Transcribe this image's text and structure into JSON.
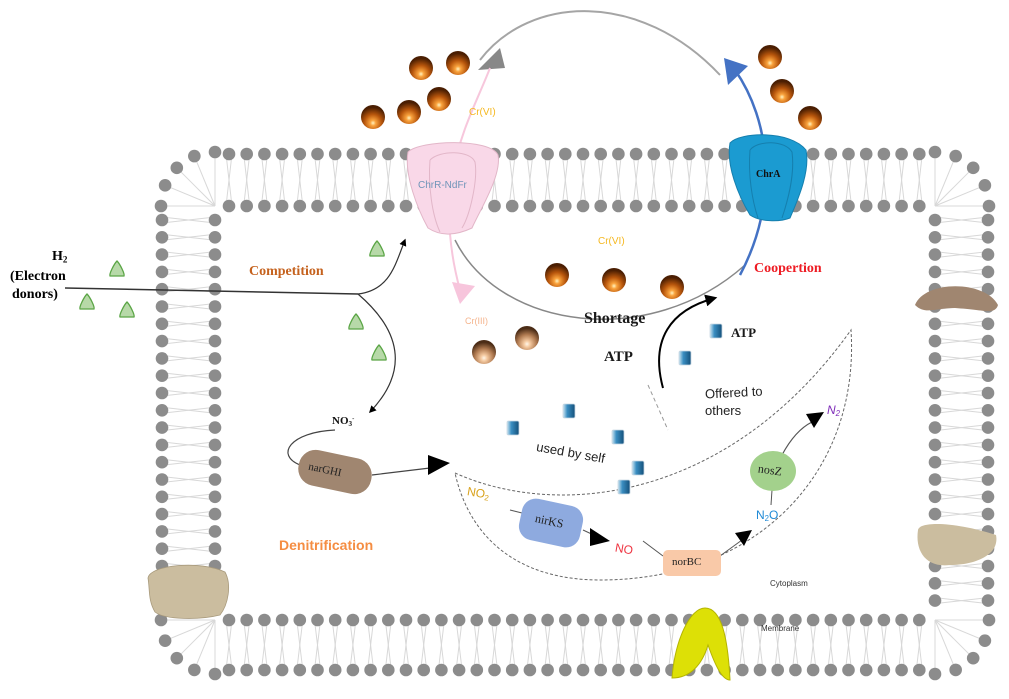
{
  "figure": {
    "outer_labels": {
      "h2": "H",
      "h2_sub": "2",
      "electron_donors_line1": "(Electron",
      "electron_donors_line2": "donors)"
    },
    "labels": {
      "competition": "Competition",
      "cooperation": "Coopertion",
      "shortage": "Shortage",
      "atp_left": "ATP",
      "atp_right": "ATP",
      "offered_line1": "Offered to",
      "offered_line2": "others",
      "used_by_self": "used by self",
      "denitrification": "Denitrification",
      "cytoplasm": "Cytoplasm",
      "membrane": "Membrane",
      "cr6_outside": "Cr(VI)",
      "cr6_inside": "Cr(VI)",
      "cr3": "Cr(III)"
    },
    "proteins": {
      "chrr": "ChrR-NdFr",
      "chra": "ChrA",
      "narghi": "narGHI",
      "nirks": "nirKS",
      "norbc": "norBC",
      "nosz": "nosZ"
    },
    "species": {
      "no3": "NO",
      "no3_sub": "3",
      "no3_sup": "-",
      "no2": "NO",
      "no2_sub": "2",
      "no": "NO",
      "n2o_a": "N",
      "n2o_sub": "2",
      "n2o_b": "O",
      "n2": "N",
      "n2_sub": "2"
    },
    "colors": {
      "membrane_head": "#8c8c8c",
      "chrr": "#f9d8e8",
      "chra": "#1b9bd1",
      "narghi": "#a08670",
      "nirks": "#8eaadf",
      "norbc": "#f9c9a8",
      "nosz": "#a3d18c",
      "competition": "#c5621e",
      "cooperation": "#ee1c24",
      "denitrification": "#f58d42",
      "cr6": "#f5b820",
      "cr3": "#f5b48c",
      "no2": "#d9a21b",
      "no": "#ee3340",
      "n2o": "#1f8ad6",
      "n2": "#7d2ab8",
      "chrr_text": "#6f94b8"
    }
  }
}
